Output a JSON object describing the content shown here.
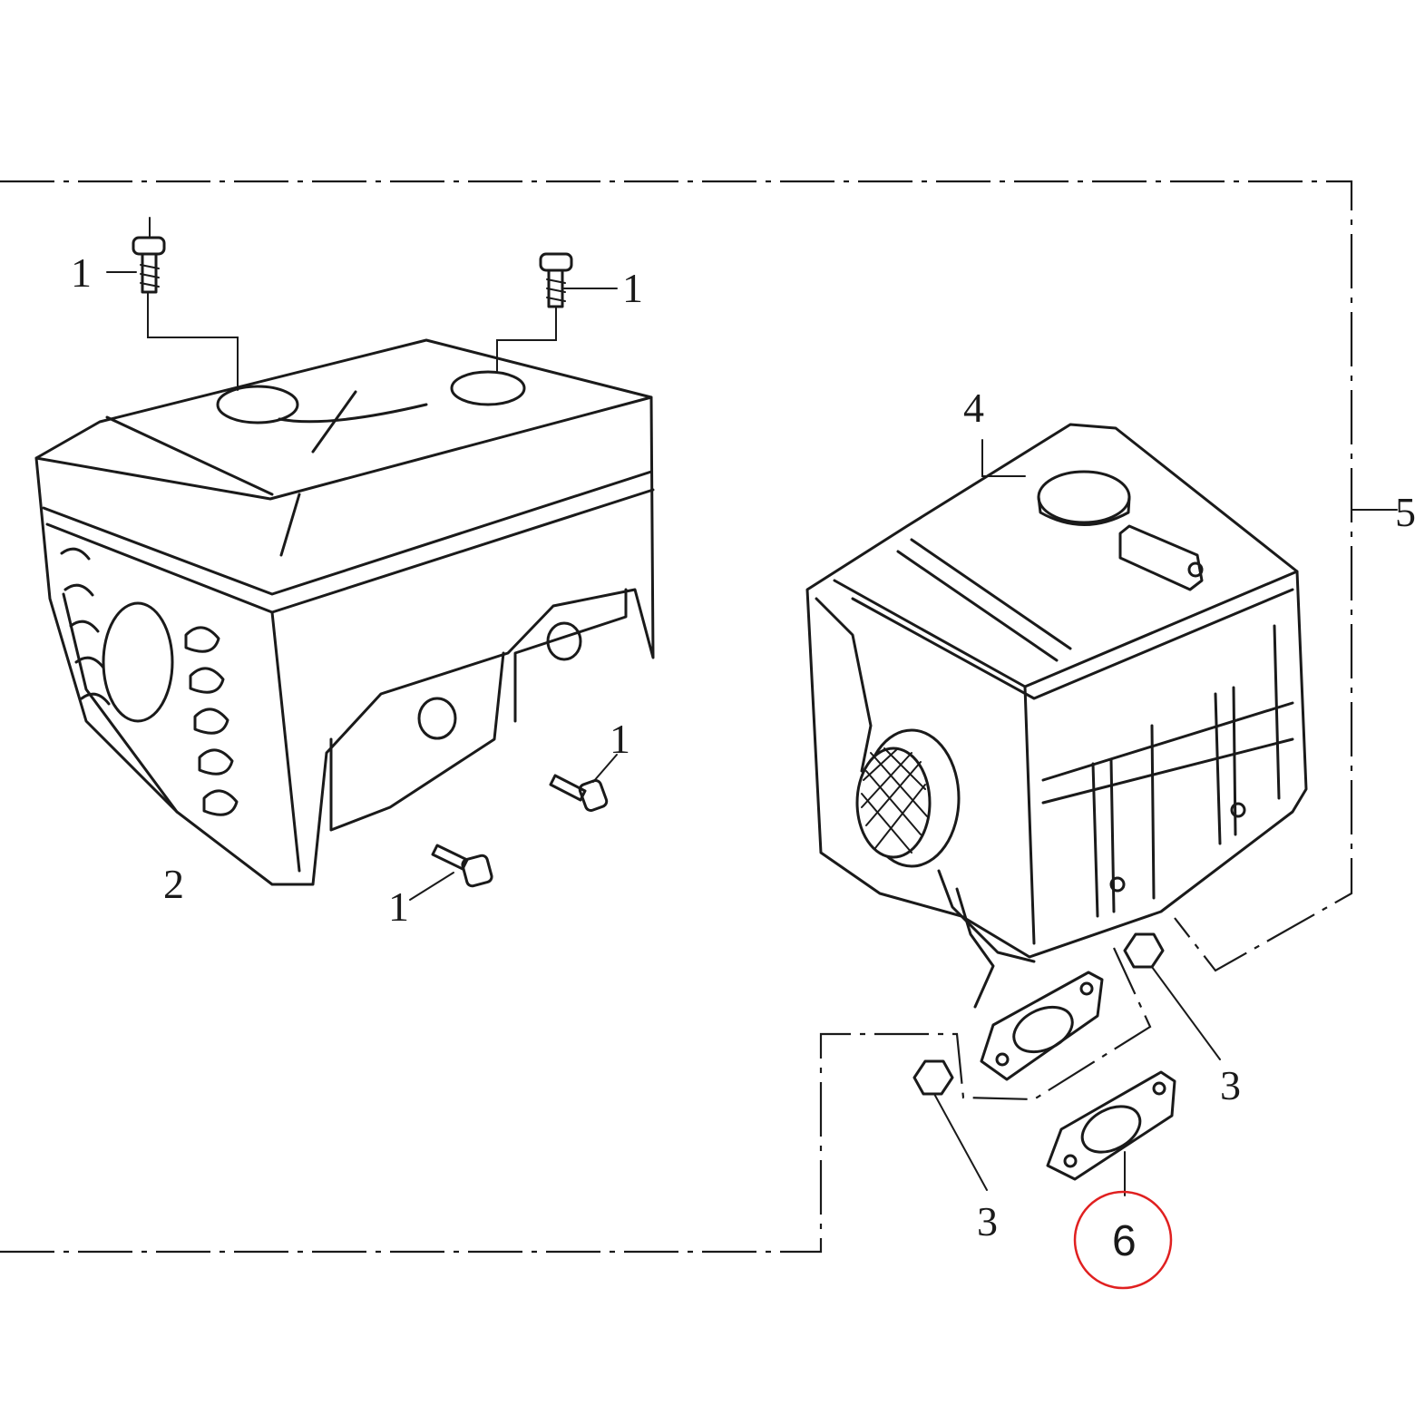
{
  "callouts": {
    "screw_top_left": "1",
    "screw_top_right": "1",
    "screw_mid": "1",
    "screw_low": "1",
    "cover": "2",
    "nut_right": "3",
    "nut_left": "3",
    "muffler": "4",
    "assembly": "5",
    "gasket": "6"
  },
  "highlight": {
    "target": "gasket",
    "color": "#e02020"
  }
}
